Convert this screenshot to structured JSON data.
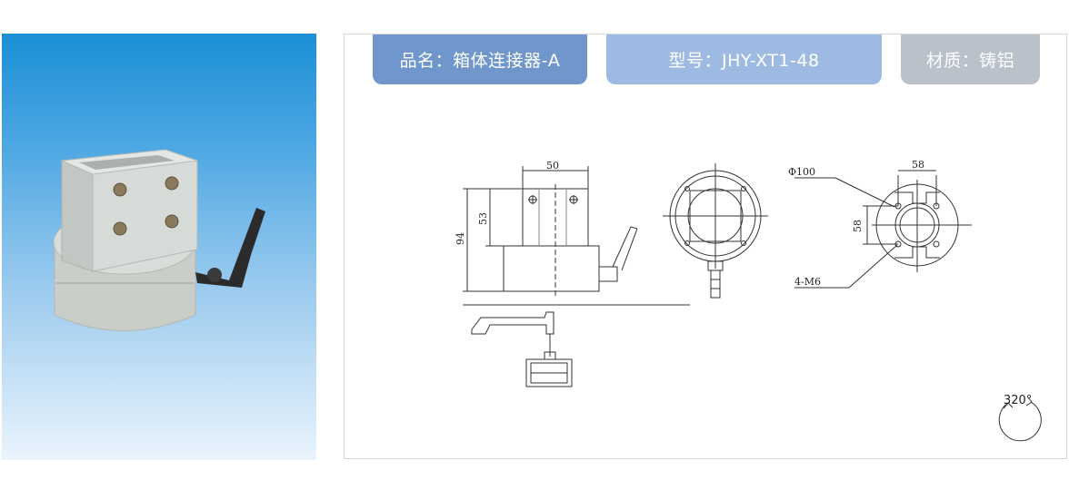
{
  "product": {
    "name_label": "品名：箱体连接器-A",
    "model_label": "型号：JHY-XT1-48",
    "material_label": "材质：铸铝"
  },
  "drawing": {
    "dim_width": "50",
    "dim_height_total": "94",
    "dim_height_upper": "53",
    "dim_diameter": "Φ100",
    "dim_bolt_h": "58",
    "dim_bolt_v": "58",
    "dim_holes": "4-M6",
    "rotation": "320°"
  },
  "colors": {
    "tab_name": "#6f97cc",
    "tab_model": "#9dbbe2",
    "tab_material": "#b9c1cb",
    "photo_bg_top": "#1b8fd6",
    "photo_bg_bottom": "#eaf4fc"
  }
}
